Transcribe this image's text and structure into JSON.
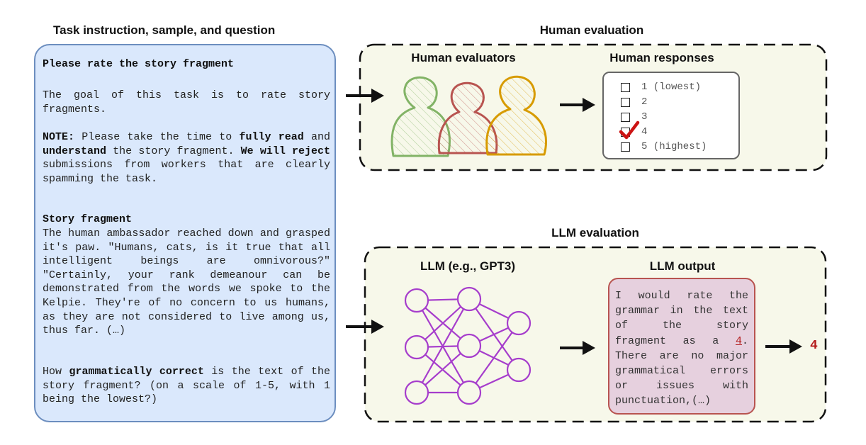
{
  "left_panel": {
    "title": "Task instruction, sample, and question",
    "heading": "Please rate the story fragment",
    "goal": "The goal of this task is to rate story fragments.",
    "note": {
      "label": "NOTE:",
      "t1": " Please take the time to ",
      "b1": "fully read",
      "t2": " and ",
      "b2": "understand",
      "t3": " the story fragment. ",
      "b3": "We will reject",
      "t4": " submissions from workers that are clearly spamming the task."
    },
    "story_heading": "Story fragment",
    "story": "The human ambassador reached down and grasped it's paw. \"Humans, cats, is it true that all intelligent beings are omnivorous?\" \"Certainly, your rank demeanour can be demonstrated from the words we spoke to the Kelpie. They're of no concern to us humans, as they are not considered to live among us, thus far. (…)",
    "question": {
      "t1": "How ",
      "b1": "grammatically correct",
      "t2": " is the text of the story fragment? (on a scale of 1-5, with 1 being the lowest?)"
    }
  },
  "human_panel": {
    "title": "Human evaluation",
    "evaluators_label": "Human evaluators",
    "responses_label": "Human responses",
    "options": [
      {
        "label": "1 (lowest)"
      },
      {
        "label": "2"
      },
      {
        "label": "3"
      },
      {
        "label": "4"
      },
      {
        "label": "5 (highest)"
      }
    ],
    "checked_option": "4"
  },
  "llm_panel": {
    "title": "LLM evaluation",
    "model_label": "LLM (e.g., GPT3)",
    "output_label": "LLM output",
    "output": {
      "t1": "I would rate the grammar in the text of the story fragment as a ",
      "num": "4",
      "t2": ". There are no major grammatical errors or issues with punctuation,(…)"
    },
    "final_answer": "4"
  },
  "colors": {
    "task_fill": "#dae8fc",
    "task_stroke": "#6c8ebf",
    "panel_fill": "#f7f8ea",
    "evaluator_green": "#82b366",
    "evaluator_red": "#b85450",
    "evaluator_yellow": "#d79b00",
    "network_purple": "#a63dcc",
    "check_red": "#cc1414",
    "output_fill": "#e6d0de"
  }
}
